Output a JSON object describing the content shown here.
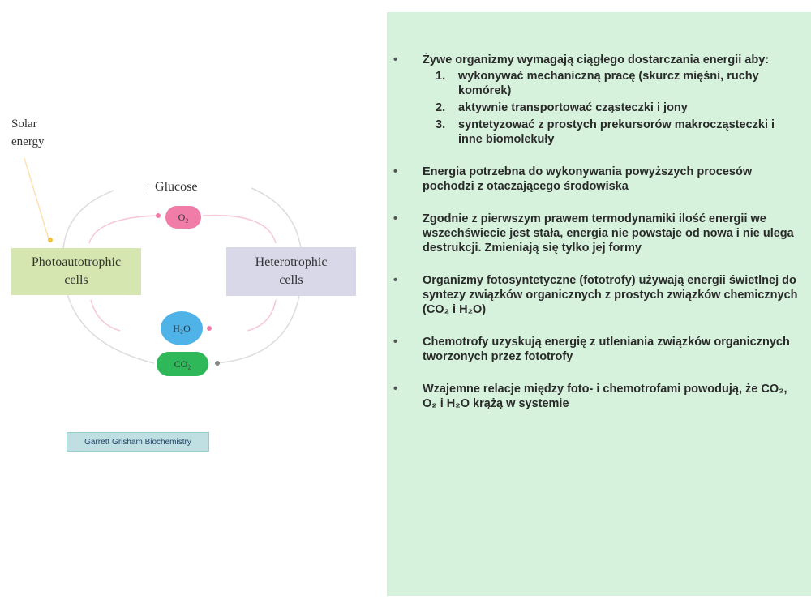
{
  "diagram": {
    "solar_energy": "Solar energy",
    "glucose": "+ Glucose",
    "photoautotrophic": "Photoautotrophic cells",
    "heterotrophic": "Heterotrophic cells",
    "o2": "O₂",
    "h2o": "H₂O",
    "co2": "CO₂",
    "caption": "Garrett Grisham Biochemistry",
    "colors": {
      "photo": "#d5e6b0",
      "hetero": "#d8d8e8",
      "o2": "#f07ca8",
      "h2o": "#4fb3e8",
      "co2": "#2fb85a"
    }
  },
  "panel": {
    "background": "#d6f2dc",
    "bullets": [
      {
        "text": "Żywe organizmy wymagają ciągłego dostarczania energii aby:",
        "sub": [
          {
            "num": "1.",
            "text": "wykonywać mechaniczną pracę (skurcz mięśni, ruchy komórek)"
          },
          {
            "num": "2.",
            "text": "aktywnie transportować cząsteczki i jony"
          },
          {
            "num": "3.",
            "text": "syntetyzować z prostych prekursorów makrocząsteczki i inne biomolekuły"
          }
        ]
      },
      {
        "text": "Energia potrzebna do wykonywania powyższych procesów pochodzi z otaczającego środowiska"
      },
      {
        "text": "Zgodnie z pierwszym prawem termodynamiki ilość energii we wszechświecie jest stała, energia nie powstaje od nowa i nie ulega destrukcji. Zmieniają się tylko jej formy"
      },
      {
        "text": "Organizmy fotosyntetyczne (fototrofy) używają energii świetlnej do syntezy związków organicznych z prostych związków chemicznych (CO₂ i H₂O)"
      },
      {
        "text": "Chemotrofy uzyskują energię z utleniania związków organicznych tworzonych przez fototrofy"
      },
      {
        "text": "Wzajemne relacje między foto- i chemotrofami powodują, że CO₂, O₂ i H₂O krążą w systemie"
      }
    ]
  }
}
